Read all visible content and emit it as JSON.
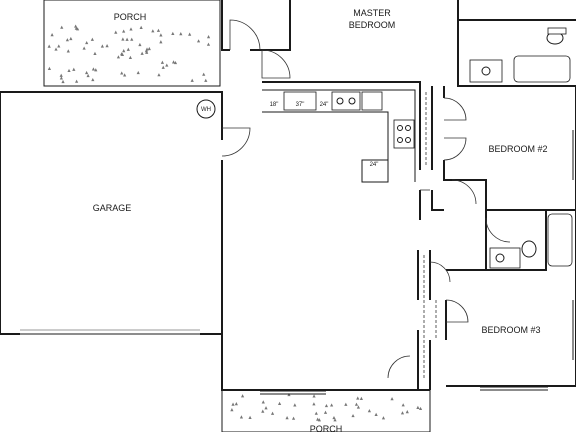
{
  "rooms": {
    "master_bedroom_line1": "MASTER",
    "master_bedroom_line2": "BEDROOM",
    "bedroom2": "BEDROOM #2",
    "bedroom3": "BEDROOM #3",
    "garage": "GARAGE",
    "porch_top": "PORCH",
    "porch_bottom": "PORCH"
  },
  "fixtures": {
    "water_heater": "WH",
    "cabinet_1": "18\"",
    "cabinet_2": "37\"",
    "cabinet_3": "24\"",
    "cabinet_4": "24\""
  }
}
